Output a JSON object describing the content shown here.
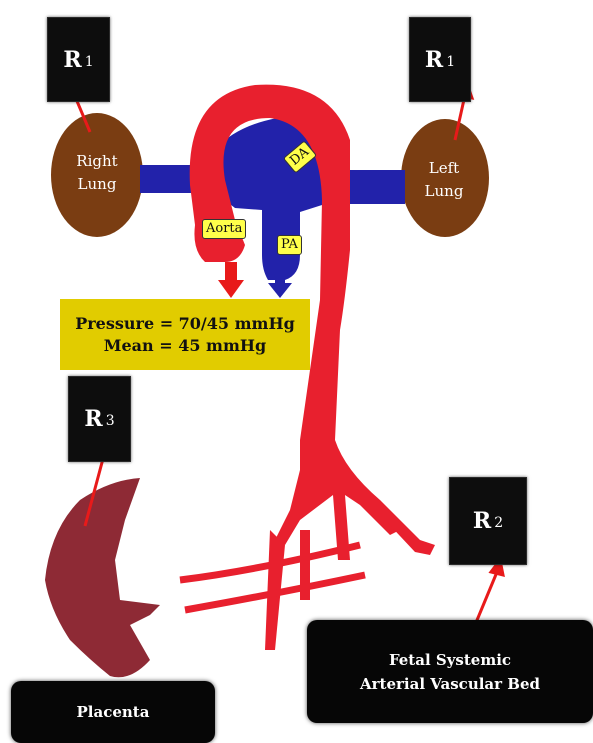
{
  "resistance_boxes": {
    "r1_right": {
      "main": "R",
      "sub": "1"
    },
    "r1_left": {
      "main": "R",
      "sub": "1"
    },
    "r3": {
      "main": "R",
      "sub": "3"
    },
    "r2": {
      "main": "R",
      "sub": "2"
    }
  },
  "lungs": {
    "right": {
      "line1": "Right",
      "line2": "Lung"
    },
    "left": {
      "line1": "Left",
      "line2": "Lung"
    }
  },
  "vessel_tags": {
    "aorta": "Aorta",
    "pa": "PA",
    "da": "DA"
  },
  "pressure": {
    "line1": "Pressure = 70/45 mmHg",
    "line2": "Mean = 45 mmHg"
  },
  "placenta_label": "Placenta",
  "systemic_bed": {
    "line1": "Fetal Systemic",
    "line2": "Arterial Vascular Bed"
  },
  "colors": {
    "aorta": "#e8202e",
    "pulmonary": "#2222aa",
    "lung": "#7a3d12",
    "placenta": "#8e2a35",
    "arrow_red": "#e81a1a",
    "highlight": "#e1cc00"
  }
}
